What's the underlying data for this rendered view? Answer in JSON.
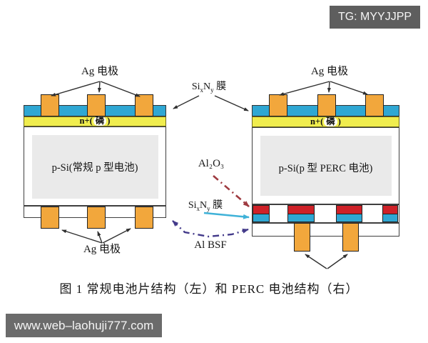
{
  "badge": {
    "text": "TG: MYYJJPP"
  },
  "watermark": {
    "text": "www.web–laohuji777.com"
  },
  "diagram": {
    "left_cell": {
      "top_contact_label": "Ag 电极",
      "bottom_contact_label": "Ag 电极",
      "emitter": {
        "prefix": "n+(",
        "core": "磷",
        "suffix": ")"
      },
      "body_label": "p-Si(常规 p 型电池)"
    },
    "right_cell": {
      "top_contact_label": "Ag 电极",
      "emitter": {
        "prefix": "n+(",
        "core": "磷",
        "suffix": ")"
      },
      "body_label": "p-Si(p 型 PERC 电池)"
    },
    "annotations": {
      "sin_film": {
        "si": "Si",
        "sub1": "x",
        "n": "N",
        "sub2": "y",
        "suffix": " 膜"
      },
      "al2o3": "Al₂O₃",
      "al_bsf": "Al BSF"
    },
    "caption": "图 1  常规电池片结构（左）和 PERC 电池结构（右）",
    "colors": {
      "sin_layer_blue": "#2fa7d3",
      "n_plus_yellow": "#f0ed4e",
      "ag_electrode_orange": "#f2a73c",
      "al2o3_red": "#cf2128",
      "arrow_dark": "#2f2f2f",
      "arrow_red": "#9e3a40",
      "arrow_cyan": "#3fb2d8",
      "arrow_purple": "#433a8a",
      "badge_gray": "#5e5e5e",
      "watermark_gray": "#6b6b6b"
    }
  }
}
